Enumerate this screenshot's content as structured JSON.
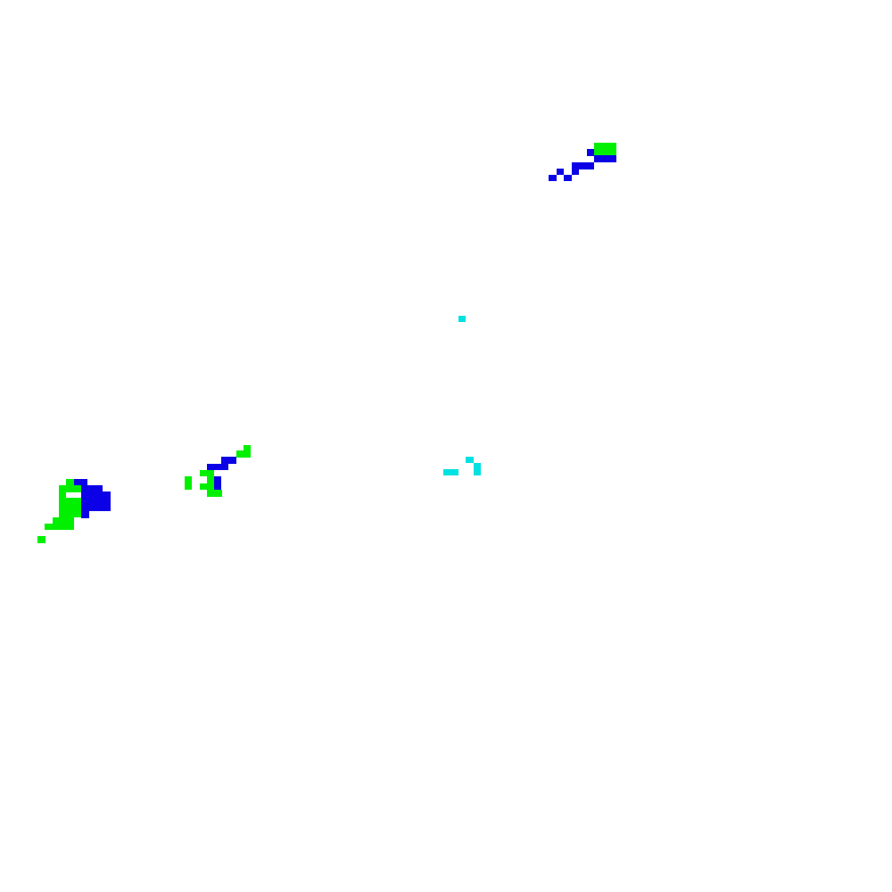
{
  "background_color": "#ffffff",
  "palette": {
    "blue": "#0b00e6",
    "green": "#00f000",
    "cyan": "#00e1e1"
  },
  "clusters": [
    {
      "name": "top-right-cluster",
      "colors": [
        "blue",
        "green"
      ]
    },
    {
      "name": "center-cyan-speck",
      "colors": [
        "cyan"
      ]
    },
    {
      "name": "center-cyan-cluster",
      "colors": [
        "cyan"
      ]
    },
    {
      "name": "left-mid-cluster",
      "colors": [
        "blue",
        "green"
      ]
    },
    {
      "name": "far-left-cluster",
      "colors": [
        "blue",
        "green"
      ]
    }
  ]
}
